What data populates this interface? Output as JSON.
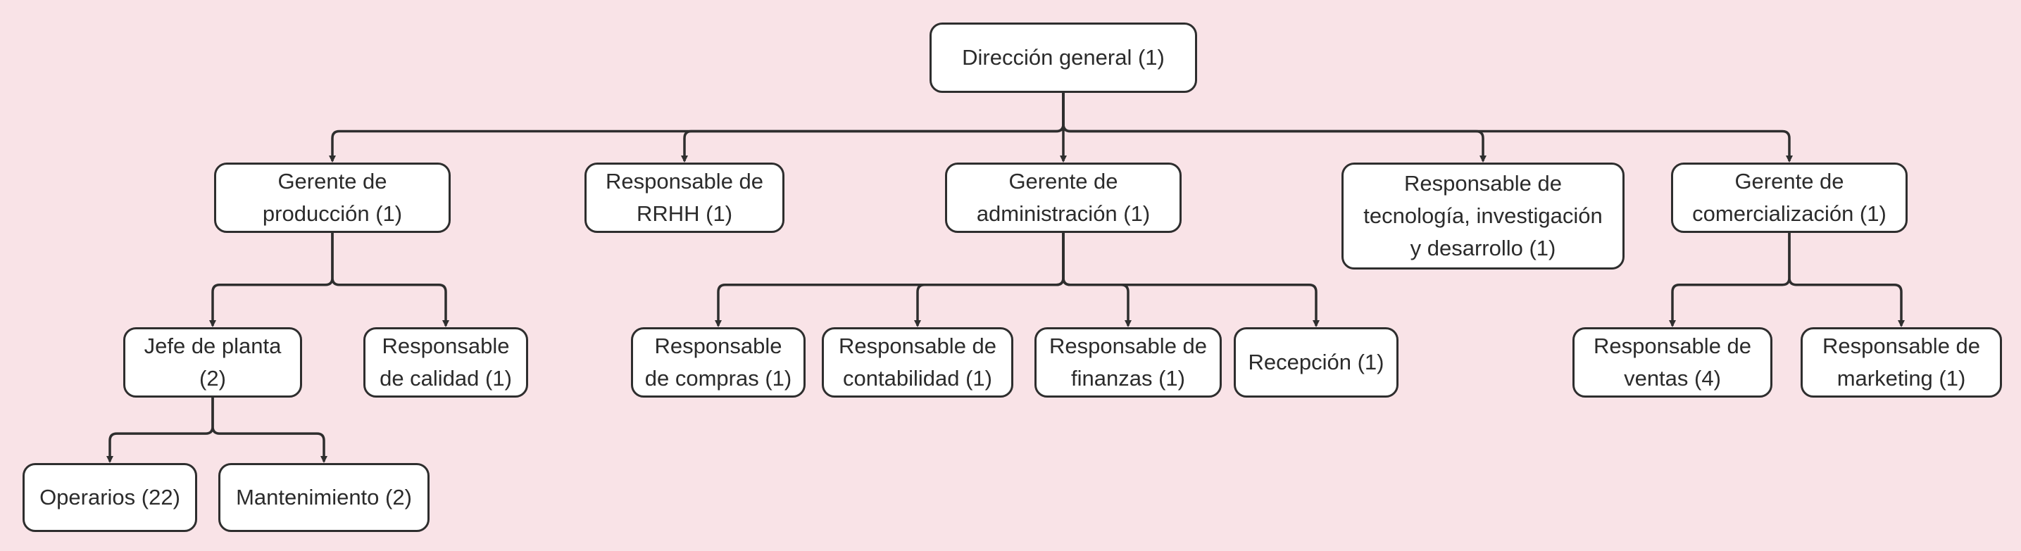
{
  "colors": {
    "background": "#f9e3e7",
    "node_fill": "#ffffff",
    "stroke": "#2e2e2e",
    "text": "#2b2b2b"
  },
  "nodes": {
    "direccion": "Dirección general (1)",
    "produccion": "Gerente de\nproducción (1)",
    "rrhh": "Responsable de\nRRHH (1)",
    "administracion": "Gerente de\nadministración (1)",
    "tecnologia": "Responsable de\ntecnología, investigación\ny desarrollo (1)",
    "comercializacion": "Gerente de\ncomercialización (1)",
    "jefe_planta": "Jefe de planta\n(2)",
    "calidad": "Responsable\nde calidad (1)",
    "compras": "Responsable\nde compras (1)",
    "contabilidad": "Responsable de\ncontabilidad (1)",
    "finanzas": "Responsable de\nfinanzas (1)",
    "recepcion": "Recepción (1)",
    "ventas": "Responsable de\nventas (4)",
    "marketing": "Responsable de\nmarketing (1)",
    "operarios": "Operarios (22)",
    "mantenimiento": "Mantenimiento (2)"
  },
  "edges": [
    [
      "direccion",
      "produccion"
    ],
    [
      "direccion",
      "rrhh"
    ],
    [
      "direccion",
      "administracion"
    ],
    [
      "direccion",
      "tecnologia"
    ],
    [
      "direccion",
      "comercializacion"
    ],
    [
      "produccion",
      "jefe_planta"
    ],
    [
      "produccion",
      "calidad"
    ],
    [
      "administracion",
      "compras"
    ],
    [
      "administracion",
      "contabilidad"
    ],
    [
      "administracion",
      "finanzas"
    ],
    [
      "administracion",
      "recepcion"
    ],
    [
      "comercializacion",
      "ventas"
    ],
    [
      "comercializacion",
      "marketing"
    ],
    [
      "jefe_planta",
      "operarios"
    ],
    [
      "jefe_planta",
      "mantenimiento"
    ]
  ]
}
